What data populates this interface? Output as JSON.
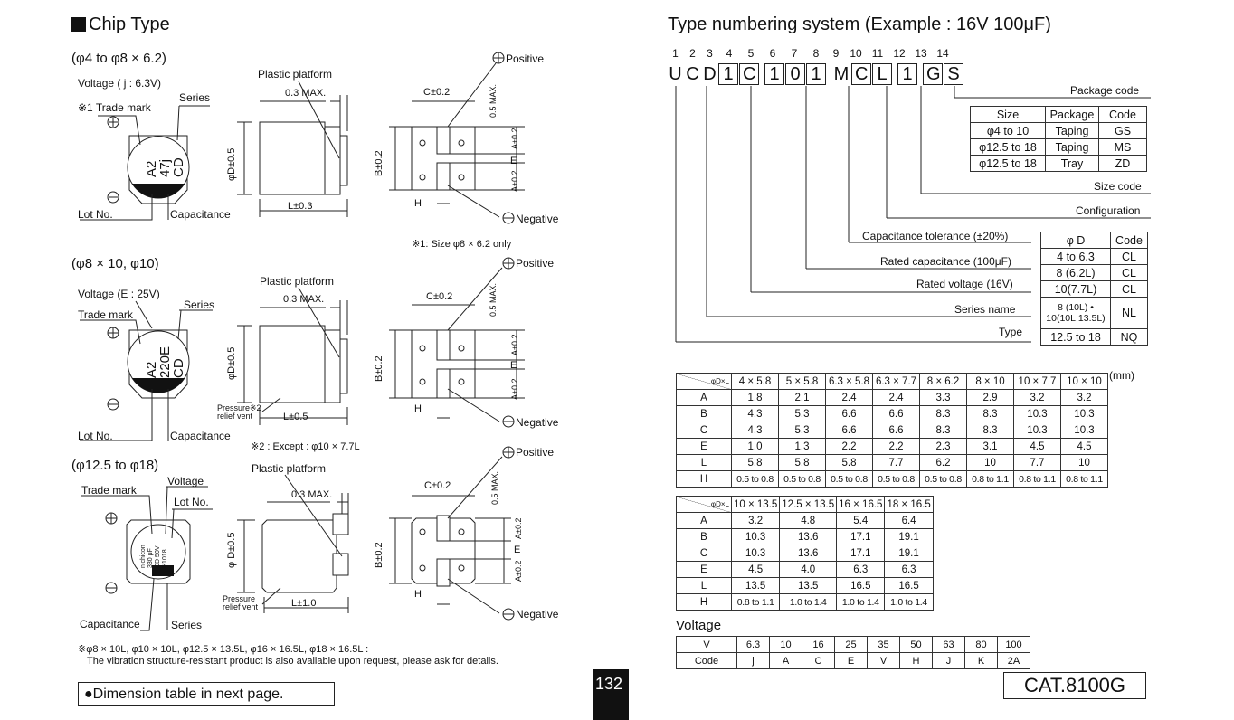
{
  "left": {
    "title": "Chip Type",
    "s1": {
      "heading": "(φ4 to φ8 × 6.2)",
      "voltage": "Voltage ( j : 6.3V)",
      "series": "Series",
      "trademark": "※1 Trade mark",
      "lot": "Lot No.",
      "capacitance": "Capacitance",
      "marking_a2": "A2",
      "marking_val": "47j",
      "marking_cd": "CD",
      "platform": "Plastic platform",
      "max": "0.3 MAX.",
      "phiD": "φD±0.5",
      "L": "L±0.3",
      "C": "C±0.2",
      "max2": "0.5 MAX.",
      "B": "B±0.2",
      "A": "A±0.2",
      "E": "E",
      "H": "H",
      "positive": "Positive",
      "negative": "Negative",
      "note": "※1: Size φ8 × 6.2 only"
    },
    "s2": {
      "heading": "(φ8 × 10, φ10)",
      "voltage": "Voltage (E : 25V)",
      "series": "Series",
      "trademark": "Trade mark",
      "lot": "Lot No.",
      "capacitance": "Capacitance",
      "marking_a2": "A2",
      "marking_val": "220E",
      "marking_cd": "CD",
      "platform": "Plastic platform",
      "max": "0.3 MAX.",
      "phiD": "φD±0.5",
      "pressure": "Pressure※2",
      "relief": "relief vent",
      "L": "L±0.5",
      "C": "C±0.2",
      "max2": "0.5 MAX.",
      "B": "B±0.2",
      "A": "A±0.2",
      "E": "E",
      "H": "H",
      "positive": "Positive",
      "negative": "Negative",
      "note": "※2 : Except : φ10 × 7.7L"
    },
    "s3": {
      "heading": "(φ12.5 to φ18)",
      "voltage": "Voltage",
      "trademark": "Trade mark",
      "lot": "Lot No.",
      "capacitance": "Capacitance",
      "series": "Series",
      "marking_brand": "nichicon",
      "marking_val": "330 μF",
      "marking_cd": "CD 50V",
      "marking_lot": "H1018",
      "platform": "Plastic platform",
      "max": "0.3 MAX.",
      "phiD": "φ D±0.5",
      "pressure": "Pressure",
      "relief": "relief vent",
      "L": "L±1.0",
      "C": "C±0.2",
      "max2": "0.5 MAX.",
      "B": "B±0.2",
      "A": "A±0.2",
      "E": "E",
      "H": "H",
      "positive": "Positive",
      "negative": "Negative"
    },
    "footnote1": "※φ8 × 10L, φ10 × 10L, φ12.5 × 13.5L, φ16 × 16.5L, φ18 × 16.5L :",
    "footnote2": "The vibration structure-resistant product is also available upon request, please ask for details.",
    "dimension_note": "●Dimension table in next page.",
    "page_number": "132"
  },
  "right": {
    "title": "Type numbering system  (Example : 16V 100μF)",
    "positions": [
      "1",
      "2",
      "3",
      "4",
      "5",
      "6",
      "7",
      "8",
      "9",
      "10",
      "11",
      "12",
      "13",
      "14"
    ],
    "chars": [
      "U",
      "C",
      "D",
      "1",
      "C",
      "1",
      "0",
      "1",
      "M",
      "C",
      "L",
      "1",
      "G",
      "S"
    ],
    "labels": {
      "package_code": "Package code",
      "size_code": "Size code",
      "configuration": "Configuration",
      "cap_tol": "Capacitance tolerance (±20%)",
      "rated_cap": "Rated capacitance (100μF)",
      "rated_volt": "Rated voltage (16V)",
      "series_name": "Series name",
      "type": "Type"
    },
    "package_table": {
      "headers": [
        "Size",
        "Package",
        "Code"
      ],
      "rows": [
        [
          "φ4 to 10",
          "Taping",
          "GS"
        ],
        [
          "φ12.5 to 18",
          "Taping",
          "MS"
        ],
        [
          "φ12.5 to 18",
          "Tray",
          "ZD"
        ]
      ]
    },
    "config_table": {
      "headers": [
        "φ D",
        "Code"
      ],
      "rows": [
        [
          "4 to 6.3",
          "CL"
        ],
        [
          "8 (6.2L)",
          "CL"
        ],
        [
          "10(7.7L)",
          "CL"
        ],
        [
          "8 (10L) • 10(10L,13.5L)",
          "NL"
        ],
        [
          "12.5 to 18",
          "NQ"
        ]
      ]
    },
    "dim_unit": "(mm)",
    "dim_corner": "φD×L",
    "dim_table1": {
      "headers": [
        "4 × 5.8",
        "5 × 5.8",
        "6.3 × 5.8",
        "6.3 × 7.7",
        "8 × 6.2",
        "8 × 10",
        "10 × 7.7",
        "10 × 10"
      ],
      "rows": [
        [
          "A",
          "1.8",
          "2.1",
          "2.4",
          "2.4",
          "3.3",
          "2.9",
          "3.2",
          "3.2"
        ],
        [
          "B",
          "4.3",
          "5.3",
          "6.6",
          "6.6",
          "8.3",
          "8.3",
          "10.3",
          "10.3"
        ],
        [
          "C",
          "4.3",
          "5.3",
          "6.6",
          "6.6",
          "8.3",
          "8.3",
          "10.3",
          "10.3"
        ],
        [
          "E",
          "1.0",
          "1.3",
          "2.2",
          "2.2",
          "2.3",
          "3.1",
          "4.5",
          "4.5"
        ],
        [
          "L",
          "5.8",
          "5.8",
          "5.8",
          "7.7",
          "6.2",
          "10",
          "7.7",
          "10"
        ],
        [
          "H",
          "0.5 to 0.8",
          "0.5 to 0.8",
          "0.5 to 0.8",
          "0.5 to 0.8",
          "0.5 to 0.8",
          "0.8 to 1.1",
          "0.8 to 1.1",
          "0.8 to 1.1"
        ]
      ]
    },
    "dim_table2": {
      "headers": [
        "10 × 13.5",
        "12.5 × 13.5",
        "16 × 16.5",
        "18 × 16.5"
      ],
      "rows": [
        [
          "A",
          "3.2",
          "4.8",
          "5.4",
          "6.4"
        ],
        [
          "B",
          "10.3",
          "13.6",
          "17.1",
          "19.1"
        ],
        [
          "C",
          "10.3",
          "13.6",
          "17.1",
          "19.1"
        ],
        [
          "E",
          "4.5",
          "4.0",
          "6.3",
          "6.3"
        ],
        [
          "L",
          "13.5",
          "13.5",
          "16.5",
          "16.5"
        ],
        [
          "H",
          "0.8 to 1.1",
          "1.0 to 1.4",
          "1.0 to 1.4",
          "1.0 to 1.4"
        ]
      ]
    },
    "voltage_title": "Voltage",
    "voltage_table": {
      "rows": [
        [
          "V",
          "6.3",
          "10",
          "16",
          "25",
          "35",
          "50",
          "63",
          "80",
          "100"
        ],
        [
          "Code",
          "j",
          "A",
          "C",
          "E",
          "V",
          "H",
          "J",
          "K",
          "2A"
        ]
      ]
    },
    "catalog": "CAT.8100G"
  }
}
